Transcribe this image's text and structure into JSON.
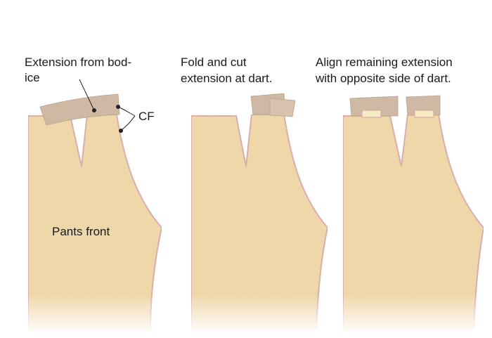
{
  "labels": {
    "extension_line1": "Extension from bod-",
    "extension_line2": "ice",
    "cf": "CF",
    "pants_front": "Pants front",
    "step2_line1": "Fold and cut",
    "step2_line2": "extension at dart.",
    "step3_line1": "Align remaining extension",
    "step3_line2": "with opposite side of dart."
  },
  "colors": {
    "fabric": "#f0d7a6",
    "fabric_speckle": "#d9bb86",
    "outline": "#d9a3aa",
    "extension": "#cfb9a4",
    "extension_edge": "#b9a08b",
    "gap_fill": "#f7ebc4",
    "leader_line": "#222222"
  }
}
